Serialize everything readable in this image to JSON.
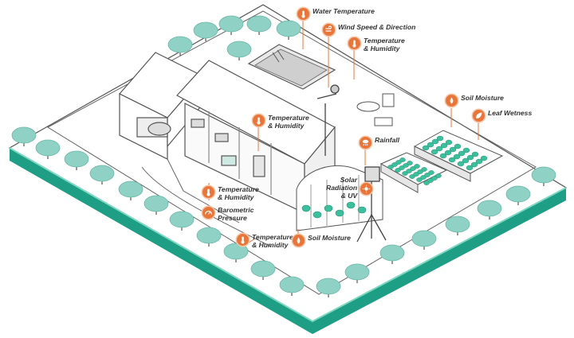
{
  "sensors": [
    {
      "id": "water-temperature",
      "text": "Water Temperature",
      "icon": "thermometer-icon"
    },
    {
      "id": "wind-speed-direction",
      "text": "Wind Speed & Direction",
      "icon": "wind-icon"
    },
    {
      "id": "temp-humidity-outdoor",
      "text": "Temperature\n& Humidity",
      "icon": "thermometer-icon"
    },
    {
      "id": "soil-moisture-garden",
      "text": "Soil Moisture",
      "icon": "soil-icon"
    },
    {
      "id": "leaf-wetness",
      "text": "Leaf Wetness",
      "icon": "leaf-icon"
    },
    {
      "id": "temp-humidity-attic",
      "text": "Temperature\n& Humidity",
      "icon": "thermometer-icon"
    },
    {
      "id": "rainfall",
      "text": "Rainfall",
      "icon": "rain-icon"
    },
    {
      "id": "solar-radiation-uv",
      "text": "Solar\nRadiation\n& UV",
      "icon": "sun-icon"
    },
    {
      "id": "temp-humidity-indoor",
      "text": "Temperature\n& Humidity",
      "icon": "thermometer-icon"
    },
    {
      "id": "barometric-pressure",
      "text": "Barometric\nPressure",
      "icon": "gauge-icon"
    },
    {
      "id": "temp-humidity-greenhouse",
      "text": "Temperature\n& Humidity",
      "icon": "thermometer-icon"
    },
    {
      "id": "soil-moisture-greenhouse",
      "text": "Soil Moisture",
      "icon": "soil-icon"
    }
  ],
  "colors": {
    "accent": "#e8763a",
    "ground": "#1f9e86",
    "tree": "#8fd1c4",
    "line": "#4a4a4a"
  }
}
